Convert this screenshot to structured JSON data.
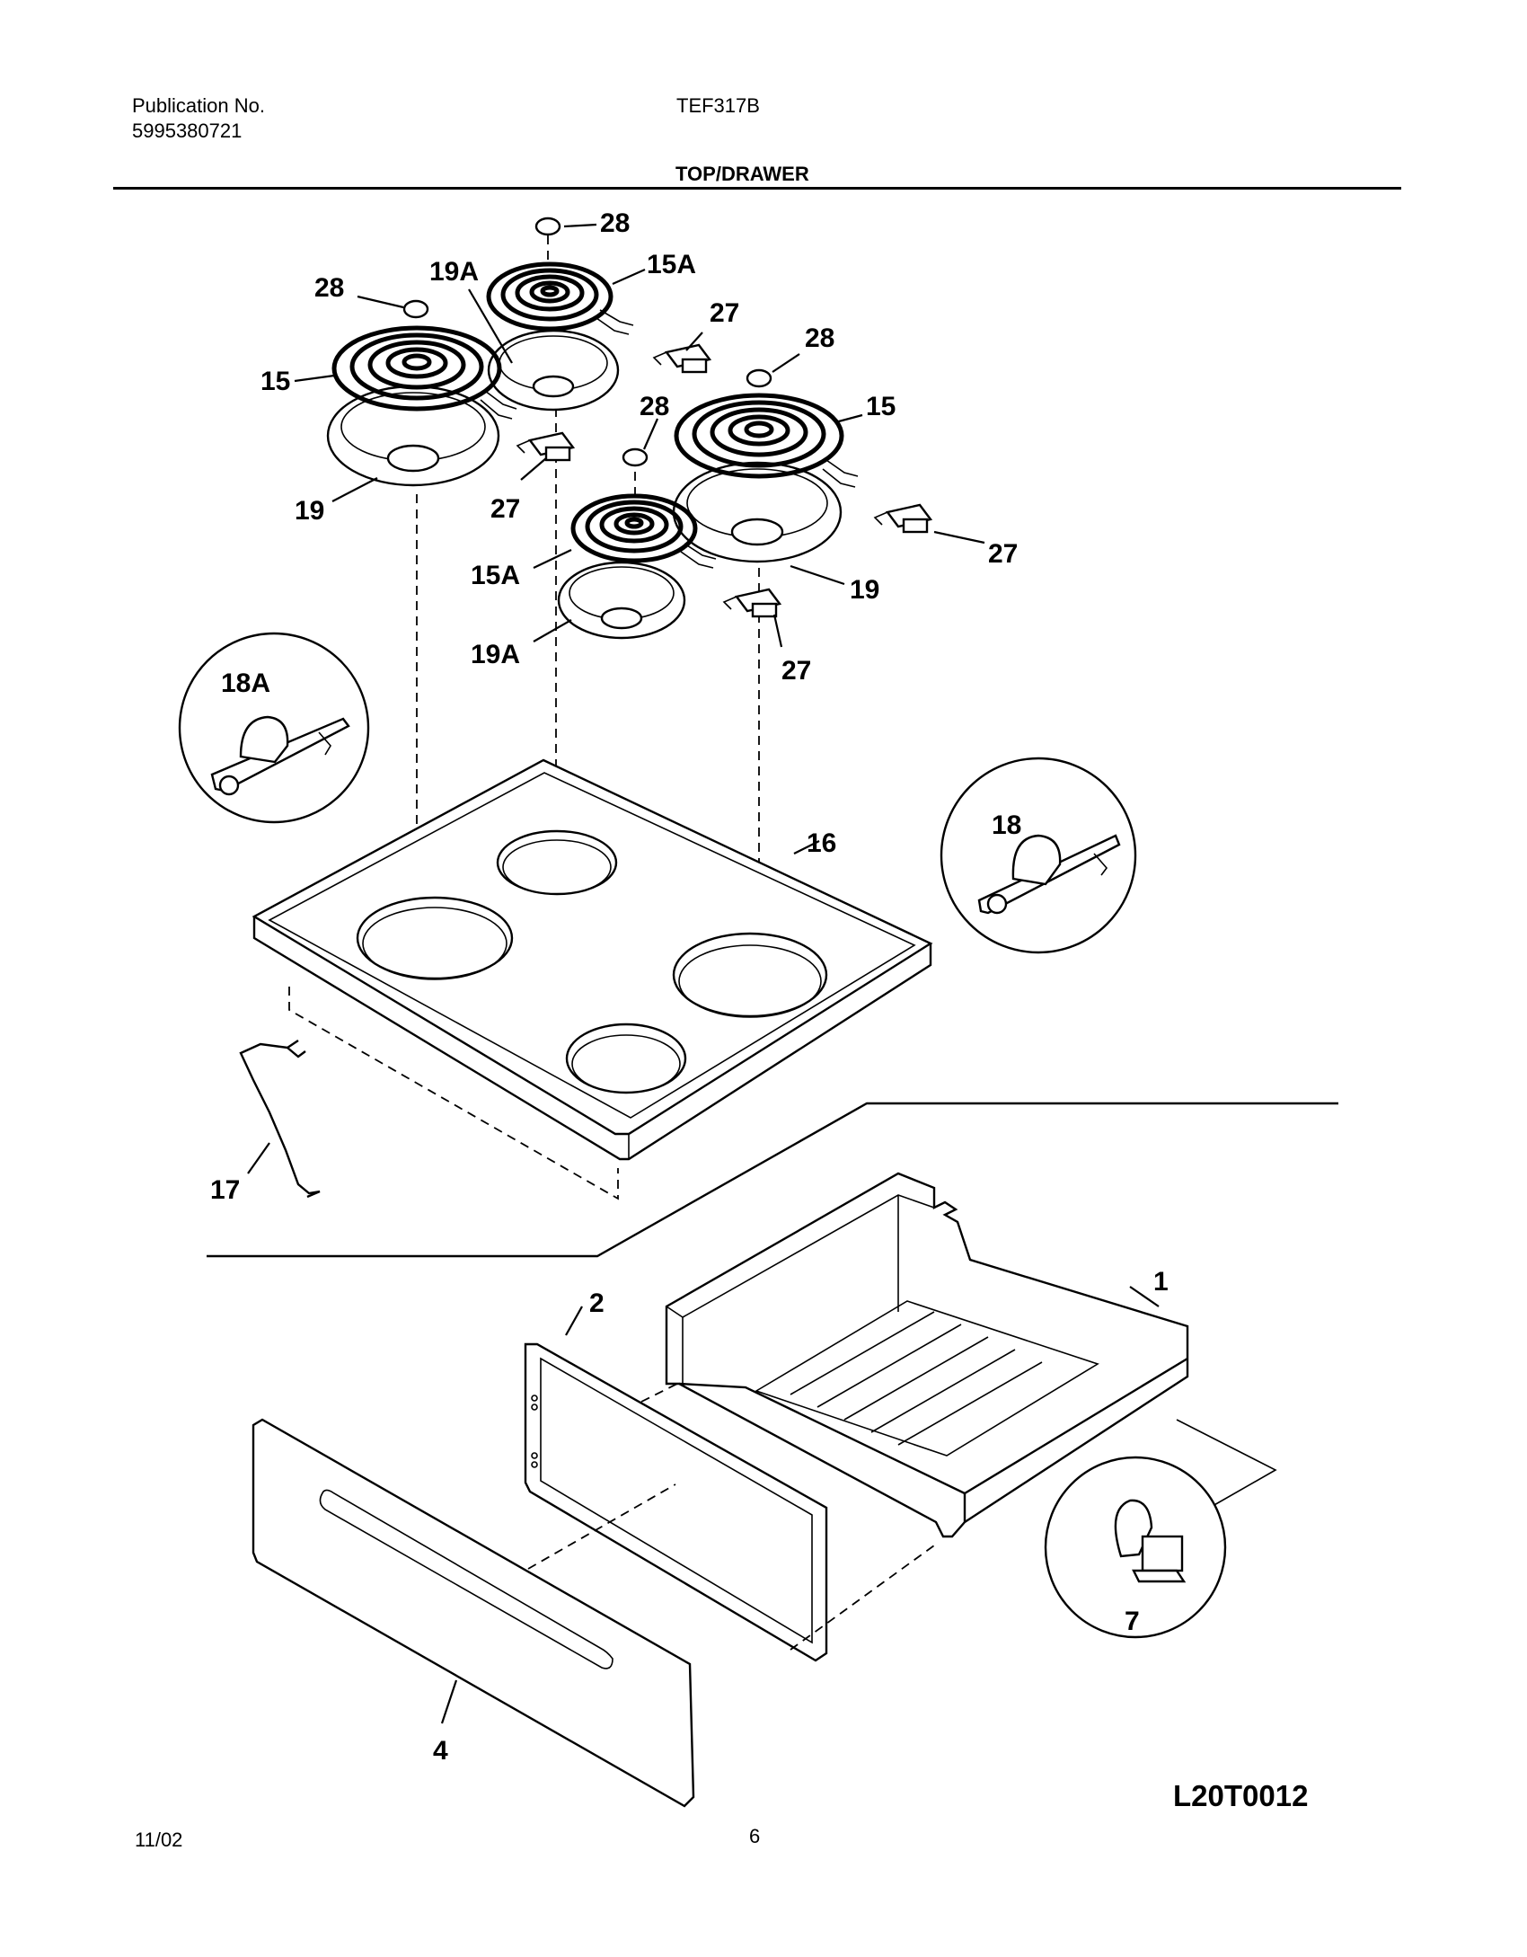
{
  "header": {
    "publication_label": "Publication No.",
    "publication_number": "5995380721",
    "model": "TEF317B",
    "section_title": "TOP/DRAWER"
  },
  "footer": {
    "date": "11/02",
    "page_number": "6"
  },
  "diagram": {
    "code": "L20T0012",
    "callouts": {
      "c28_top": "28",
      "c15A_top": "15A",
      "c28_left": "28",
      "c19A_top": "19A",
      "c27_top": "27",
      "c28_right": "28",
      "c15_left": "15",
      "c28_mid": "28",
      "c15_right": "15",
      "c19_left": "19",
      "c27_left": "27",
      "c15A_bottom": "15A",
      "c27_right": "27",
      "c19_right": "19",
      "c19A_bottom": "19A",
      "c27_bottom": "27",
      "c18A": "18A",
      "c16": "16",
      "c18": "18",
      "c17": "17",
      "c1": "1",
      "c2": "2",
      "c7": "7",
      "c4": "4"
    }
  }
}
